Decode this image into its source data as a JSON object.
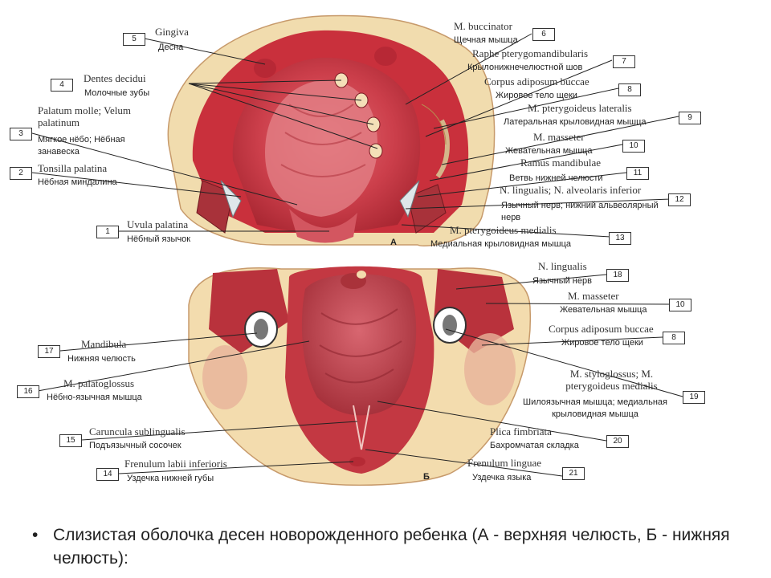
{
  "panel_labels": {
    "a": "А",
    "b": "Б"
  },
  "labels": [
    {
      "num": "5",
      "latin": "Gingiva",
      "russian": "Десна"
    },
    {
      "num": "4",
      "latin": "Dentes decidui",
      "russian": "Молочные зубы"
    },
    {
      "num": "3",
      "latin": "Palatum molle; Velum palatinum",
      "russian": "Мягкое нёбо; Нёбная занавеска"
    },
    {
      "num": "2",
      "latin": "Tonsilla palatina",
      "russian": "Нёбная миндалина"
    },
    {
      "num": "1",
      "latin": "Uvula palatina",
      "russian": "Нёбный язычок"
    },
    {
      "num": "6",
      "latin": "M. buccinator",
      "russian": "Щечная мышца"
    },
    {
      "num": "7",
      "latin": "Raphe pterygomandibularis",
      "russian": "Крылонижнечелюстной шов"
    },
    {
      "num": "8",
      "latin": "Corpus adiposum buccae",
      "russian": "Жировое тело щеки"
    },
    {
      "num": "9",
      "latin": "M. pterygoideus lateralis",
      "russian": "Латеральная крыловидная мышца"
    },
    {
      "num": "10",
      "latin": "M. masseter",
      "russian": "Жевательная мышца"
    },
    {
      "num": "11",
      "latin": "Ramus mandibulae",
      "russian": "Ветвь нижней челюсти"
    },
    {
      "num": "12",
      "latin": "N. lingualis; N. alveolaris inferior",
      "russian": "Язычный нерв; нижний альвеолярный нерв"
    },
    {
      "num": "13",
      "latin": "M. pterygoideus medialis",
      "russian": "Медиальная крыловидная мышца"
    },
    {
      "num": "18",
      "latin": "N. lingualis",
      "russian": "Язычный нерв"
    },
    {
      "num": "10",
      "latin": "M. masseter",
      "russian": "Жевательная мышца"
    },
    {
      "num": "8",
      "latin": "Corpus adiposum buccae",
      "russian": "Жировое тело щеки"
    },
    {
      "num": "19",
      "latin": "M. styloglossus; M. pterygoideus medialis",
      "russian": "Шилоязычная мышца; медиальная крыловидная мышца"
    },
    {
      "num": "20",
      "latin": "Plica fimbriata",
      "russian": "Бахромчатая складка"
    },
    {
      "num": "21",
      "latin": "Frenulum linguae",
      "russian": "Уздечка языка"
    },
    {
      "num": "17",
      "latin": "Mandibula",
      "russian": "Нижняя челюсть"
    },
    {
      "num": "16",
      "latin": "M. palatoglossus",
      "russian": "Нёбно-язычная мышца"
    },
    {
      "num": "15",
      "latin": "Caruncula sublingualis",
      "russian": "Подъязычный сосочек"
    },
    {
      "num": "14",
      "latin": "Frenulum labii inferioris",
      "russian": "Уздечка нижней губы"
    }
  ],
  "caption": {
    "bullet": "•",
    "text": "Слизистая оболочка десен новорожденного ребенка (А - верхняя челюсть, Б - нижняя челюсть):"
  }
}
